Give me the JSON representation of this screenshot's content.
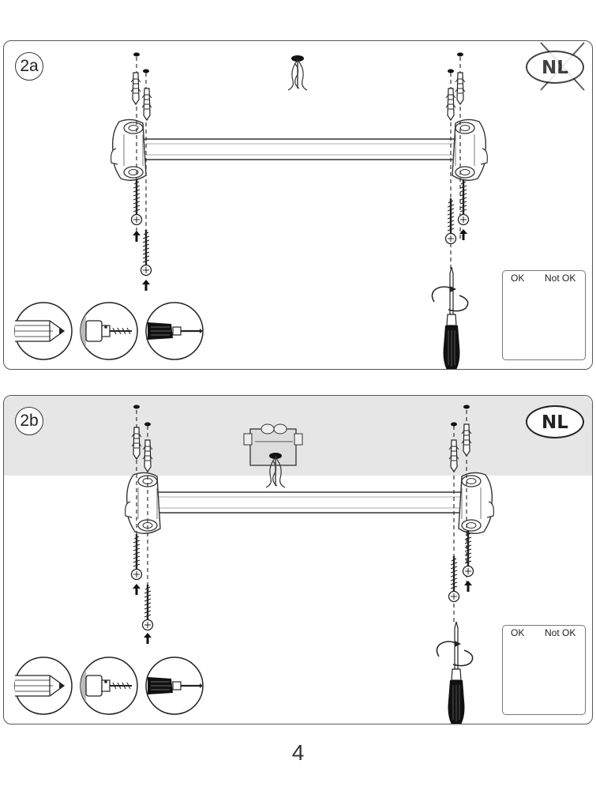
{
  "panels": [
    {
      "step": "2a",
      "country_badge": "NL",
      "country_badge_state": "crossed-out",
      "ceiling_shaded": false,
      "ok_box": {
        "ok_label": "OK",
        "not_ok_label": "Not OK"
      },
      "tool_icons": [
        "pencil-icon",
        "drill-icon",
        "screwdriver-icon"
      ]
    },
    {
      "step": "2b",
      "country_badge": "NL",
      "country_badge_state": "active",
      "ceiling_shaded": true,
      "ok_box": {
        "ok_label": "OK",
        "not_ok_label": "Not OK"
      },
      "tool_icons": [
        "pencil-icon",
        "drill-icon",
        "screwdriver-icon"
      ]
    }
  ],
  "page_number": "4",
  "colors": {
    "ceiling_shade": "#e6e6e6",
    "line": "#222222"
  }
}
